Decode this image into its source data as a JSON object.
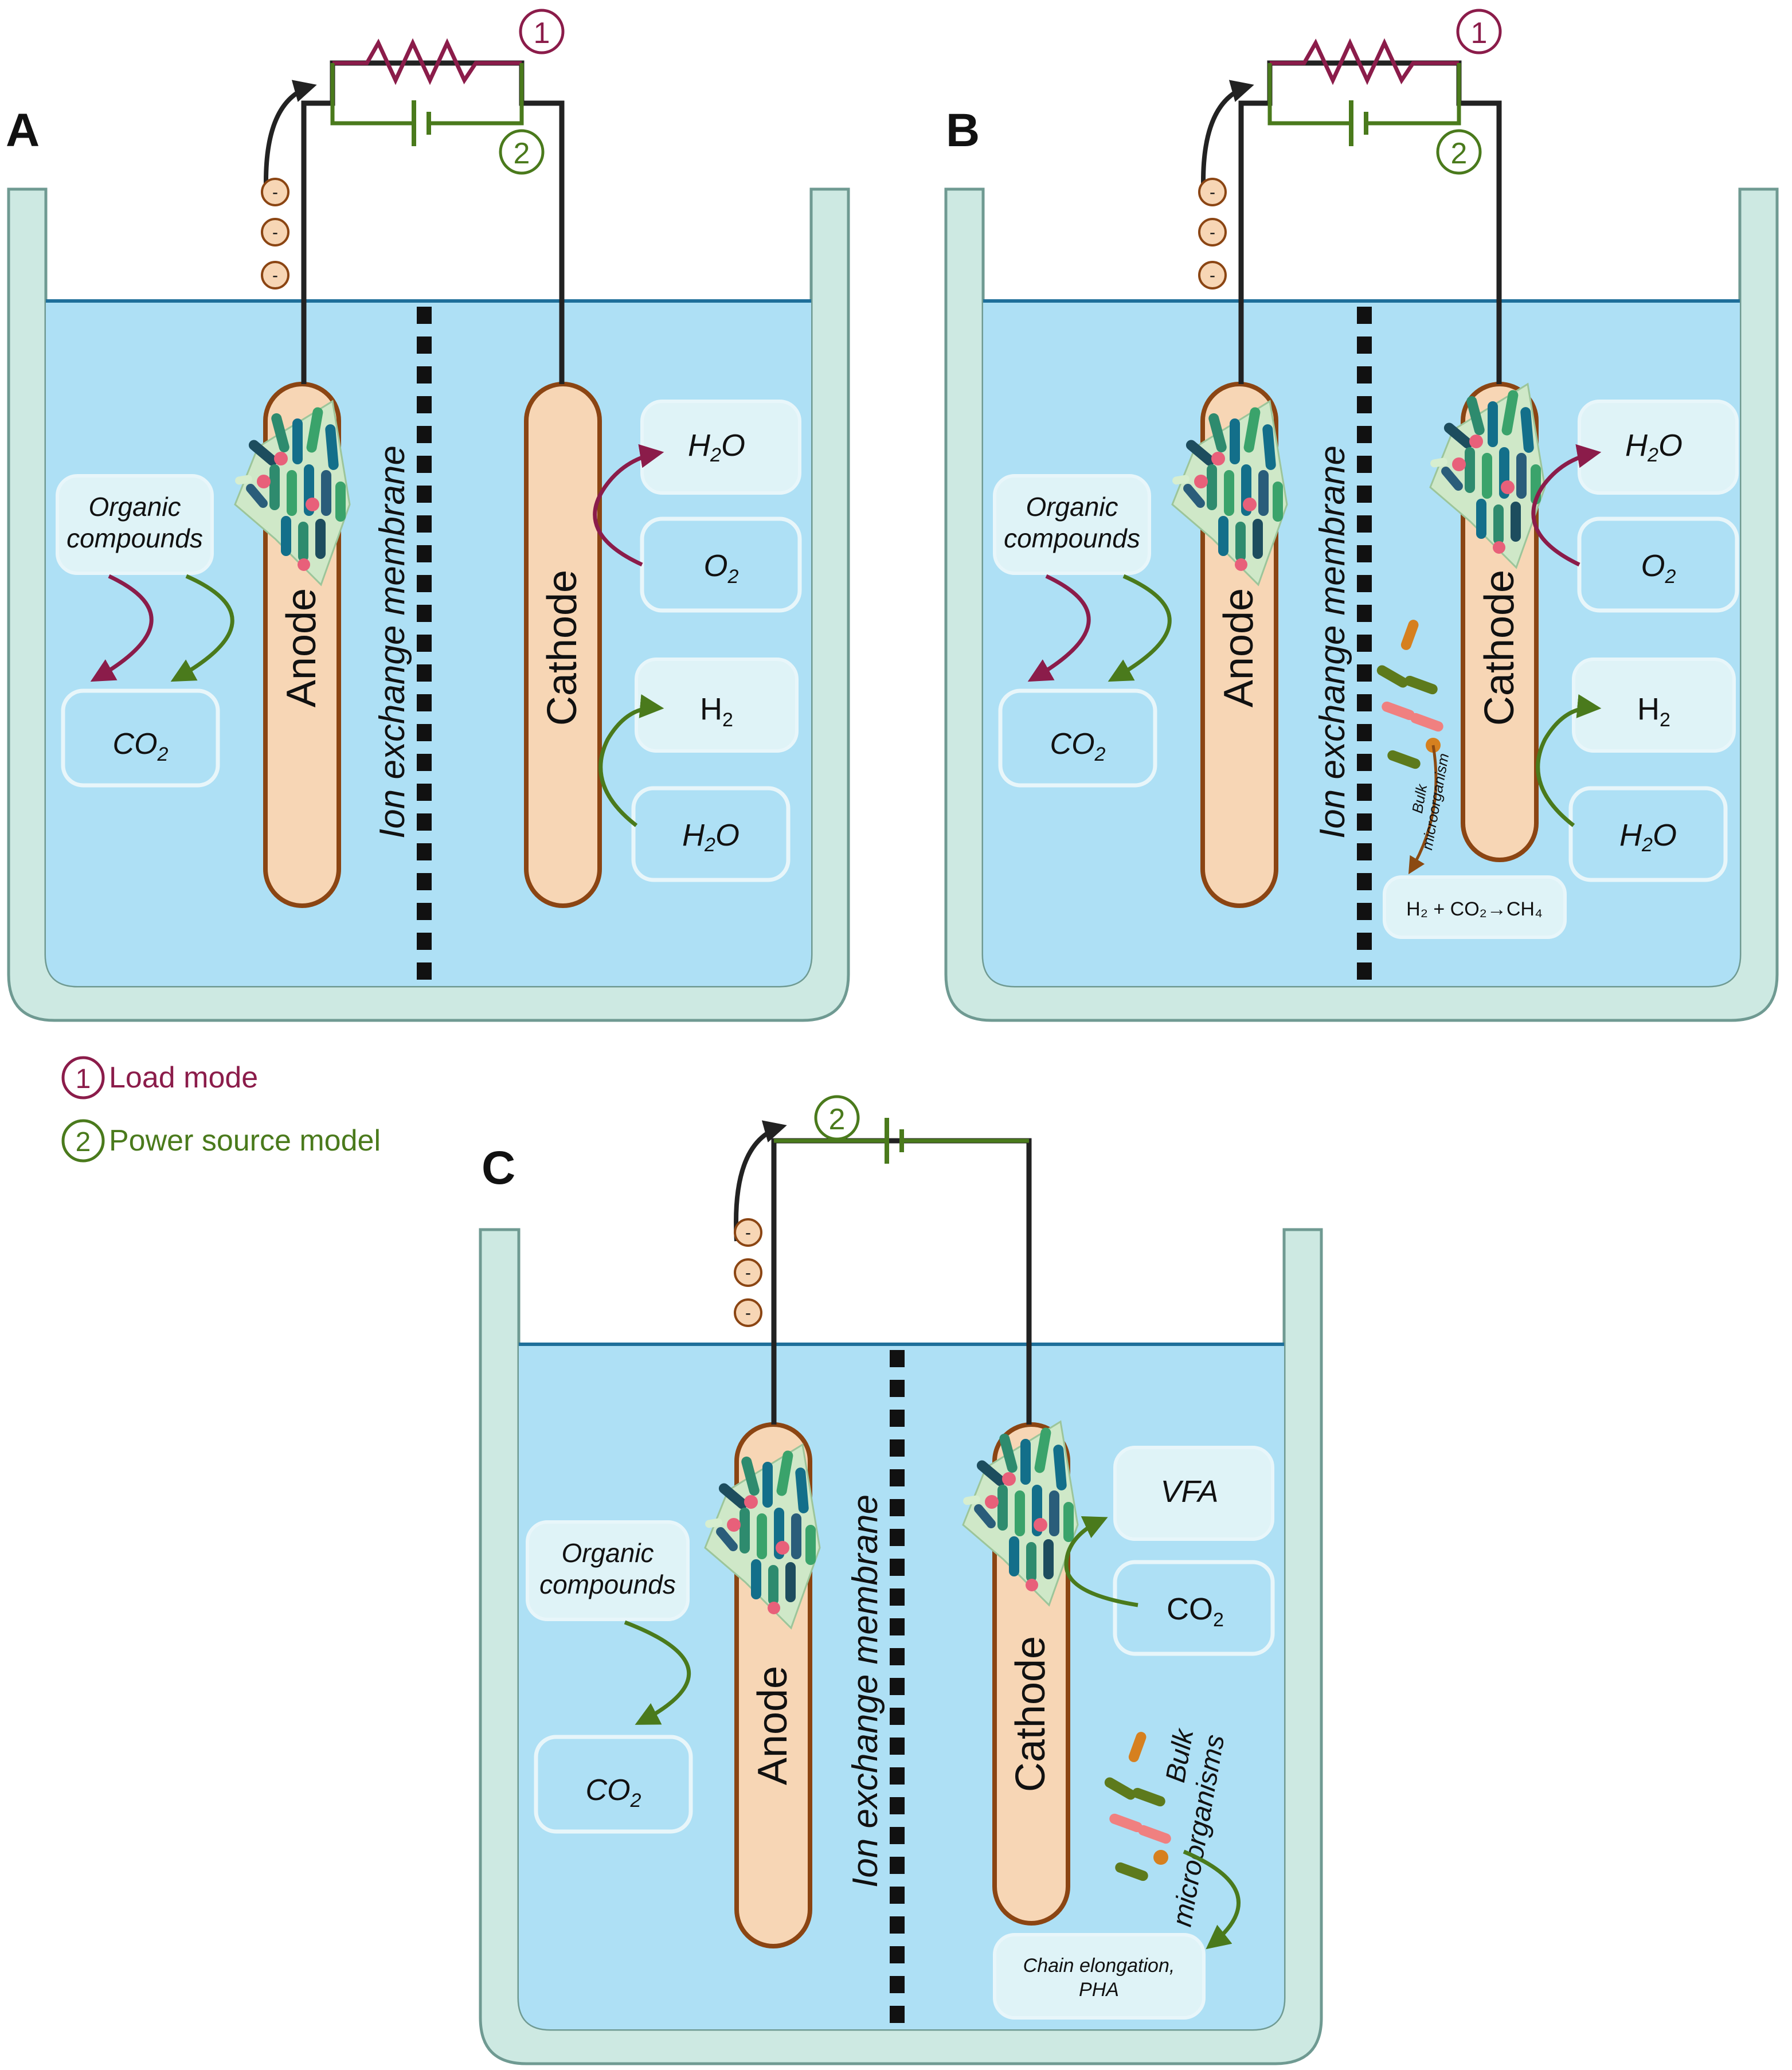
{
  "panels": {
    "a": {
      "letter": "A",
      "anode": "Anode",
      "cathode": "Cathode",
      "membrane": "Ion exchange membrane",
      "organic": [
        "Organic",
        "compounds"
      ],
      "co2": "CO",
      "h2o_top": "H",
      "o2": "O",
      "h2": "H",
      "h2o_bottom": "H",
      "load_num": "1",
      "power_num": "2",
      "electron": "-"
    },
    "b": {
      "letter": "B",
      "anode": "Anode",
      "cathode": "Cathode",
      "membrane": "Ion exchange membrane",
      "organic": [
        "Organic",
        "compounds"
      ],
      "co2": "CO",
      "h2o_top": "H",
      "o2": "O",
      "h2": "H",
      "h2o_bottom": "H",
      "bulk": [
        "Bulk",
        "microorganism"
      ],
      "reaction": "H₂ + CO₂→CH₄",
      "load_num": "1",
      "power_num": "2",
      "electron": "-"
    },
    "c": {
      "letter": "C",
      "anode": "Anode",
      "cathode": "Cathode",
      "membrane": "Ion exchange membrane",
      "organic": [
        "Organic",
        "compounds"
      ],
      "co2_left": "CO",
      "vfa": "VFA",
      "co2_right": "CO",
      "bulk": [
        "Bulk",
        "microorganisms"
      ],
      "product": [
        "Chain elongation,",
        "PHA"
      ],
      "power_num": "2",
      "electron": "-"
    }
  },
  "legend": {
    "load": {
      "num": "1",
      "label": "Load mode"
    },
    "power": {
      "num": "2",
      "label": "Power source model"
    }
  },
  "subscripts": {
    "two": "2"
  },
  "colors": {
    "maroon": "#8b1c4a",
    "green": "#4a7a1c",
    "liquid": "#aee0f5",
    "tank": "#cde9e2",
    "electrode": "#f7d6b5",
    "electrode_border": "#8b4513"
  }
}
